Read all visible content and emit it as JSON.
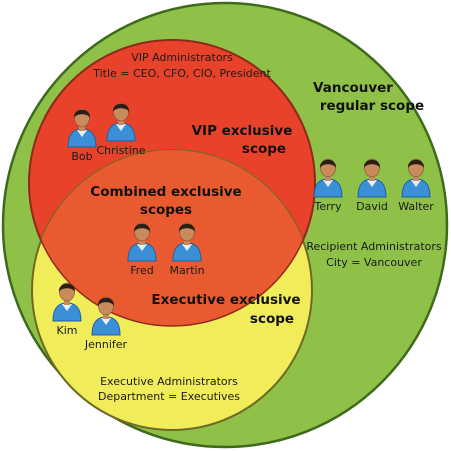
{
  "colors": {
    "outer_fill": "#8fc149",
    "outer_stroke": "#3e6a1c",
    "vip_fill": "#e8432a",
    "vip_stroke": "#8e2a1a",
    "exec_fill": "#f0ec5a",
    "exec_stroke": "#6e6a22",
    "overlap_fill": "#ea5a30",
    "shirt": "#3a8fd6",
    "shirt_dark": "#1f5f9e",
    "skin": "#c98a5c",
    "hair": "#2a1e16"
  },
  "vip": {
    "line1": "VIP Administrators",
    "line2": "Title = CEO, CFO, CIO, President",
    "scope_line1": "VIP exclusive",
    "scope_line2": "scope",
    "people": [
      "Bob",
      "Christine"
    ]
  },
  "combined": {
    "scope_line1": "Combined exclusive",
    "scope_line2": "scopes",
    "people": [
      "Fred",
      "Martin"
    ]
  },
  "executive": {
    "scope_line1": "Executive  exclusive",
    "scope_line2": "scope",
    "people": [
      "Kim",
      "Jennifer"
    ],
    "line1": "Executive Administrators",
    "line2": "Department = Executives"
  },
  "vancouver": {
    "scope_line1": "Vancouver",
    "scope_line2": "regular scope",
    "people": [
      "Terry",
      "David",
      "Walter"
    ],
    "line1": "Recipient Administrators",
    "line2": "City = Vancouver"
  },
  "icons": {
    "person": "user-icon"
  }
}
